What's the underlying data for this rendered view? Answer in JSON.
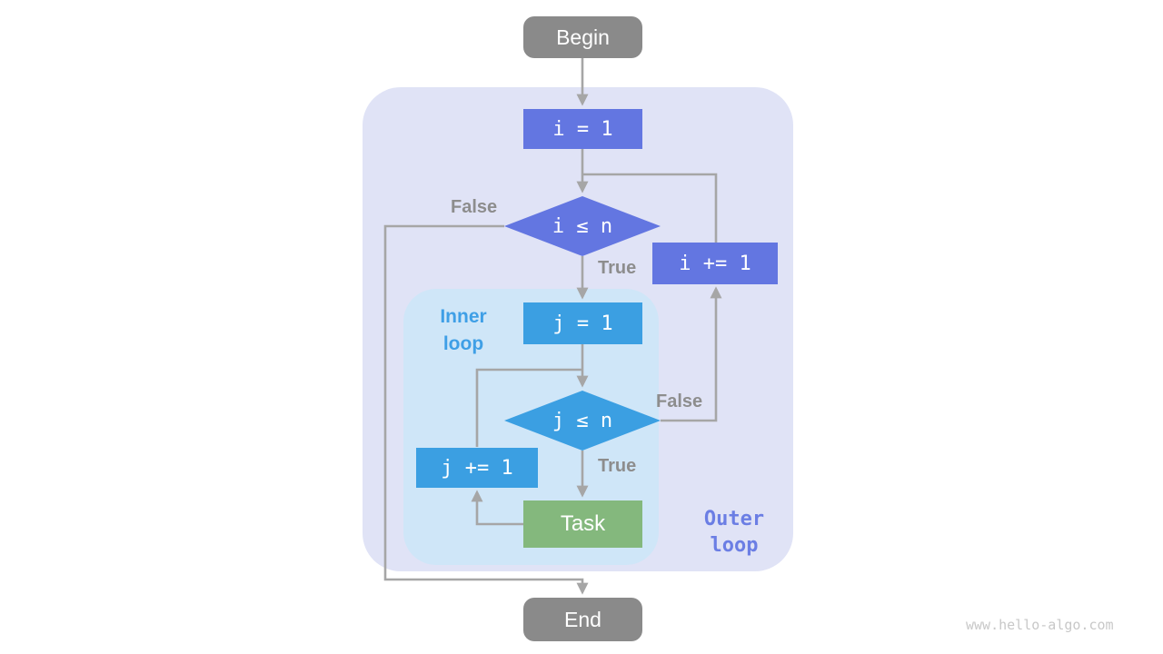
{
  "flowchart": {
    "nodes": {
      "begin": "Begin",
      "i_init": "i = 1",
      "i_cond": "i ≤ n",
      "i_incr": "i += 1",
      "j_init": "j = 1",
      "j_cond": "j ≤ n",
      "j_incr": "j += 1",
      "task": "Task",
      "end": "End"
    },
    "branch_labels": {
      "outer_false": "False",
      "outer_true": "True",
      "inner_false": "False",
      "inner_true": "True"
    },
    "region_labels": {
      "inner_loop_line1": "Inner",
      "inner_loop_line2": "loop",
      "outer_loop_line1": "Outer",
      "outer_loop_line2": "loop"
    },
    "watermark": "www.hello-algo.com",
    "colors": {
      "outer_region": "#e0e3f6",
      "inner_region": "#cfe6f8",
      "terminal_node": "#8a8a8a",
      "outer_loop_node": "#6376e1",
      "inner_loop_node": "#3b9fe2",
      "task_node": "#84b87d",
      "arrow": "#a6a6a6",
      "branch_label": "#8d8d8d",
      "inner_label_text": "#3f9fe6",
      "outer_label_text": "#6b7ee4"
    }
  }
}
